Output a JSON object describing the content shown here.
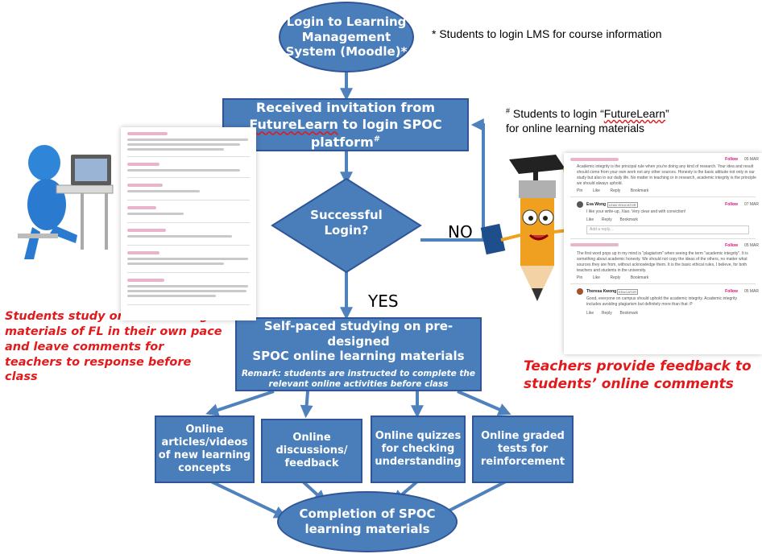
{
  "nodes": {
    "login_lms": "Login to Learning\nManagement\nSystem (Moodle)*",
    "invitation": "Received invitation from",
    "invitation_fl": "FutureLearn",
    "invitation_rest": " to login SPOC platform",
    "invitation_mark": "#",
    "decision": "Successful\nLogin?",
    "self_paced_title": "Self-paced studying on pre-designed\nSPOC online learning materials",
    "remark": "Remark:  students are instructed to complete the\nrelevant online activities before class",
    "act1": "Online\narticles/videos\nof new learning\nconcepts",
    "act2": "Online\ndiscussions/\nfeedback",
    "act3": "Online quizzes\nfor checking\nunderstanding",
    "act4": "Online graded\ntests for\nreinforcement",
    "completion": "Completion of SPOC\nlearning materials"
  },
  "edge_labels": {
    "no": "NO",
    "yes": "YES"
  },
  "notes": {
    "lms_note": "* Students  to login LMS for course information",
    "fl_note_mark": "#",
    "fl_note_pre": " Students to login “",
    "fl_note_fl": "FutureLearn",
    "fl_note_post": "”",
    "fl_note_line2": "for online learning materials"
  },
  "captions": {
    "students": "Students study online learning\nmaterials of FL in their own pace\nand leave comments for\nteachers to response before\nclass",
    "teachers": "Teachers provide feedback to\nstudents’ online comments"
  },
  "comment_thread": {
    "follow": "Follow",
    "like": "Like",
    "reply": "Reply",
    "bookmark": "Bookmark",
    "pin": "Pin",
    "add_reply": "Add a reply...",
    "c1": "Academic integrity is the principal rule when you're doing any kind of research. Your idea and result should come from your own work not any other sources. Honesty is the basic attitude not only in our study but also in our daily life. No matter in teaching or in research, academic integrity is the principle we should always uphold.",
    "r1_name": "Eva Wong",
    "r1_badge": "LEAD EDUCATOR",
    "r1_text": "I like your write-up, Xiao. Very clear and with conviction!",
    "r1_time": "07 MAR",
    "c2": "The first word pops up in my mind is \"plagiarism\" when seeing the term \"academic integrity\". It is something about academic honesty. We should not copy the ideas of the others, no matter what sources they are from, without acknowledge them. It is the basic ethical rules, I believe, for both teachers and students in the university.",
    "r2_name": "Theresa Kwong",
    "r2_badge": "EDUCATOR",
    "r2_text": "Good, everyone on campus should uphold the academic integrity. Academic integrity includes avoiding plagiarism but definitely more than that :P",
    "time": "05 MAR"
  },
  "colors": {
    "node_fill": "#4a7ebb",
    "node_border": "#2f5597",
    "arrow": "#4f81bd",
    "caption": "#e3191b"
  }
}
